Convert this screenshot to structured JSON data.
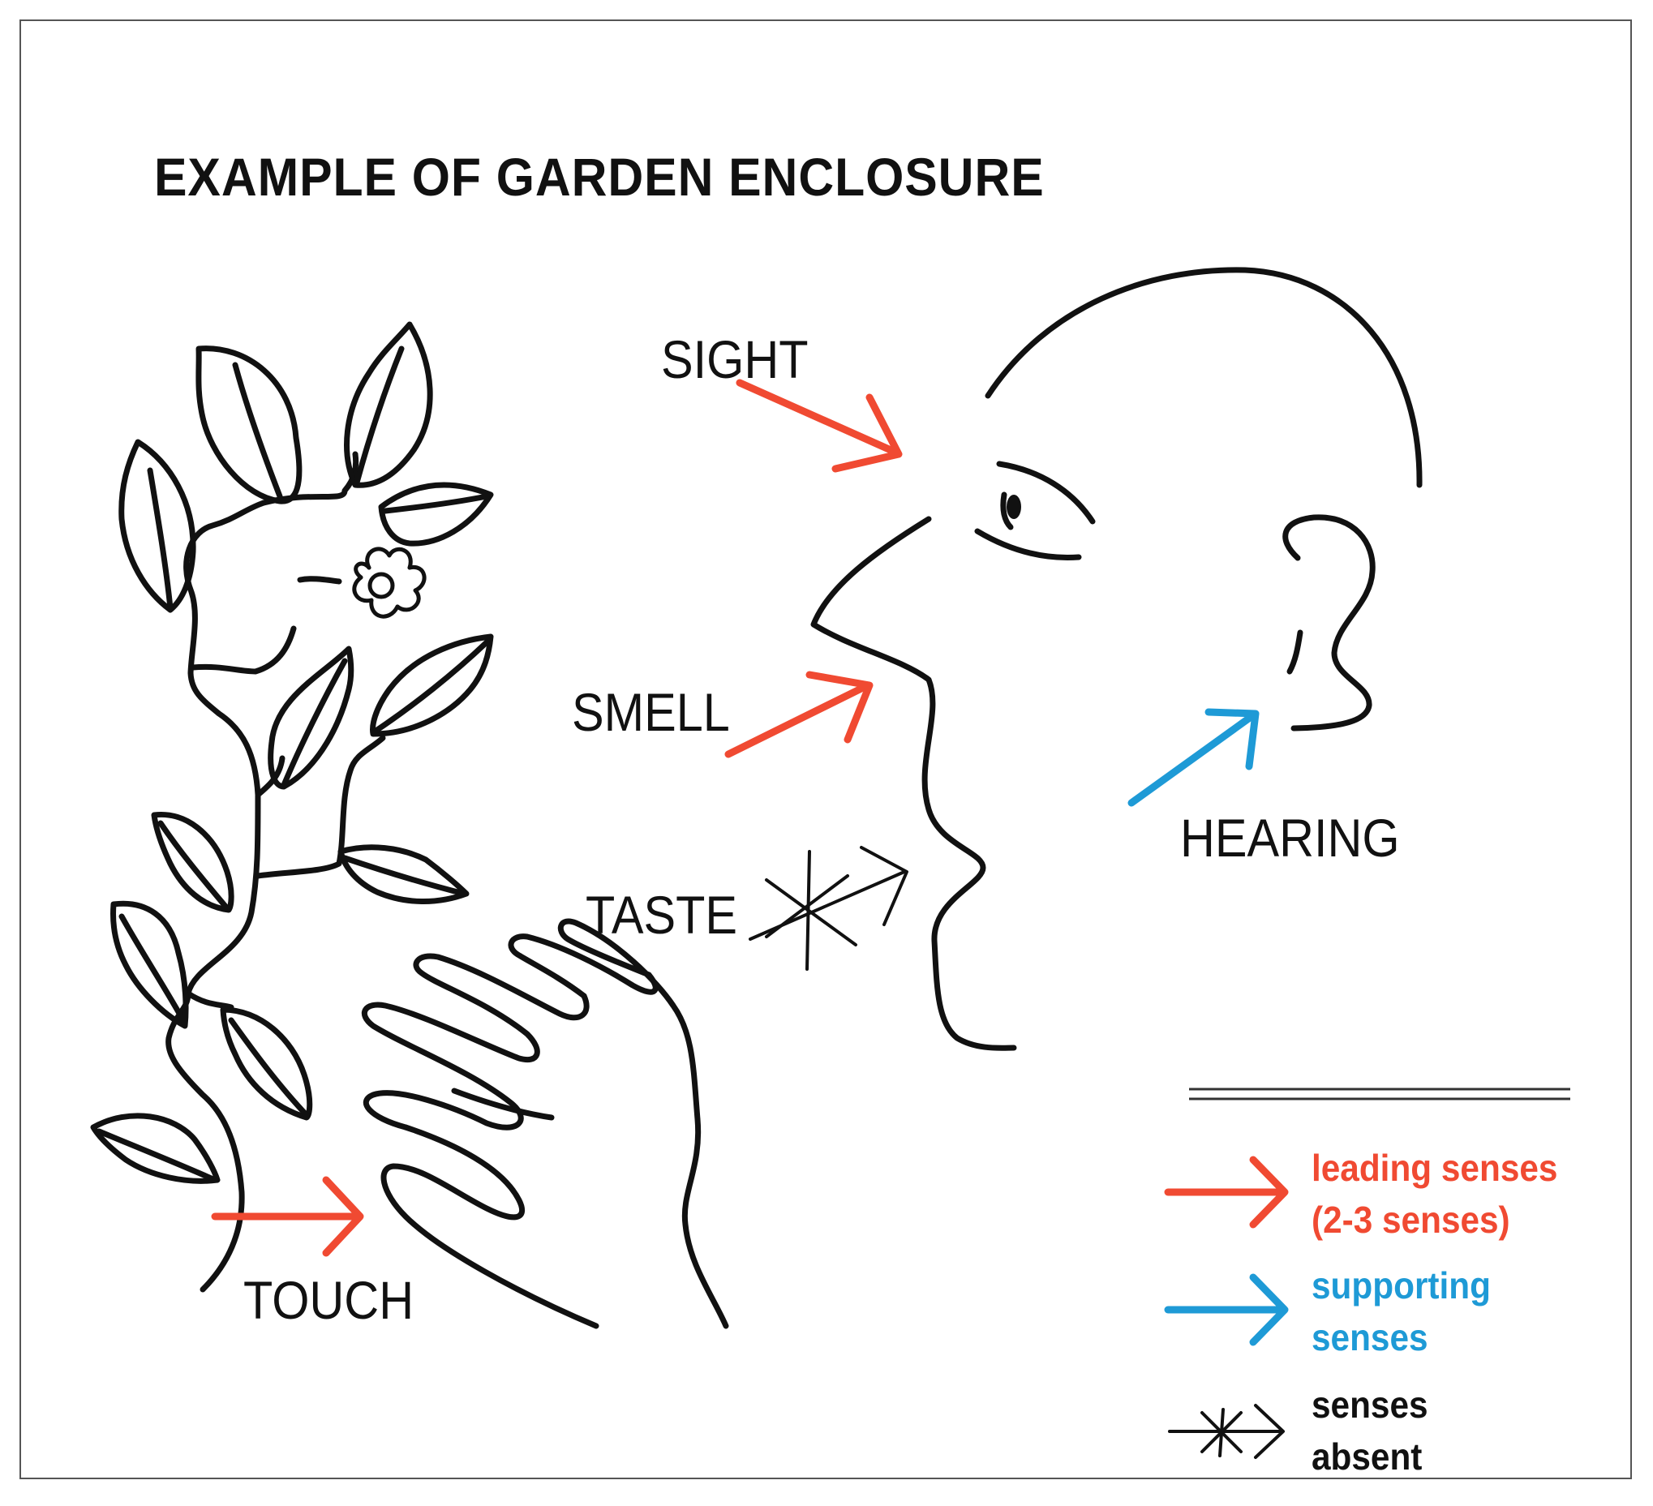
{
  "title": "EXAMPLE OF GARDEN ENCLOSURE",
  "senses": {
    "sight": "SIGHT",
    "smell": "SMELL",
    "taste": "TASTE",
    "hearing": "HEARING",
    "touch": "TOUCH"
  },
  "legend": {
    "leading_line1": "leading senses",
    "leading_line2": "(2-3 senses)",
    "supporting_line1": "supporting",
    "supporting_line2": "senses",
    "absent_line1": "senses",
    "absent_line2": "absent"
  },
  "colors": {
    "leading": "#f04a32",
    "supporting": "#1e9ad6",
    "absent": "#111111"
  }
}
